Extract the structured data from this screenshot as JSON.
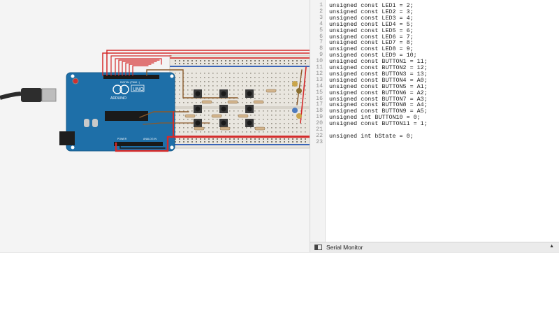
{
  "code_editor": {
    "lines": [
      {
        "number": "1",
        "text": "unsigned const LED1 = 2;"
      },
      {
        "number": "2",
        "text": "unsigned const LED2 = 3;"
      },
      {
        "number": "3",
        "text": "unsigned const LED3 = 4;"
      },
      {
        "number": "4",
        "text": "unsigned const LED4 = 5;"
      },
      {
        "number": "5",
        "text": "unsigned const LED5 = 6;"
      },
      {
        "number": "6",
        "text": "unsigned const LED6 = 7;"
      },
      {
        "number": "7",
        "text": "unsigned const LED7 = 8;"
      },
      {
        "number": "8",
        "text": "unsigned const LED8 = 9;"
      },
      {
        "number": "9",
        "text": "unsigned const LED9 = 10;"
      },
      {
        "number": "10",
        "text": "unsigned const BUTTON1 = 11;"
      },
      {
        "number": "11",
        "text": "unsigned const BUTTON2 = 12;"
      },
      {
        "number": "12",
        "text": "unsigned const BUTTON3 = 13;"
      },
      {
        "number": "13",
        "text": "unsigned const BUTTON4 = A0;"
      },
      {
        "number": "14",
        "text": "unsigned const BUTTON5 = A1;"
      },
      {
        "number": "15",
        "text": "unsigned const BUTTON6 = A2;"
      },
      {
        "number": "16",
        "text": "unsigned const BUTTON7 = A3;"
      },
      {
        "number": "17",
        "text": "unsigned const BUTTON8 = A4;"
      },
      {
        "number": "18",
        "text": "unsigned const BUTTON9 = A5;"
      },
      {
        "number": "19",
        "text": "unsigned int BUTTON10 = 0;"
      },
      {
        "number": "20",
        "text": "unsigned const BUTTON11 = 1;"
      },
      {
        "number": "21",
        "text": ""
      },
      {
        "number": "22",
        "text": "unsigned int bState = 0;"
      },
      {
        "number": "23",
        "text": ""
      }
    ]
  },
  "serial_monitor": {
    "label": "Serial Monitor",
    "toggle_icon": "caret-up-icon"
  },
  "board": {
    "brand_text": "ARDUINO",
    "model_text": "UNO",
    "digital_label": "DIGITAL (PWM ~)",
    "power_label": "POWER",
    "analog_label": "ANALOG IN"
  },
  "colors": {
    "board_blue": "#1e6fa8",
    "wire_red": "#d42a2a",
    "wire_brown": "#8a5a2b",
    "breadboard": "#e9e6df",
    "canvas_bg": "#f4f4f4"
  }
}
